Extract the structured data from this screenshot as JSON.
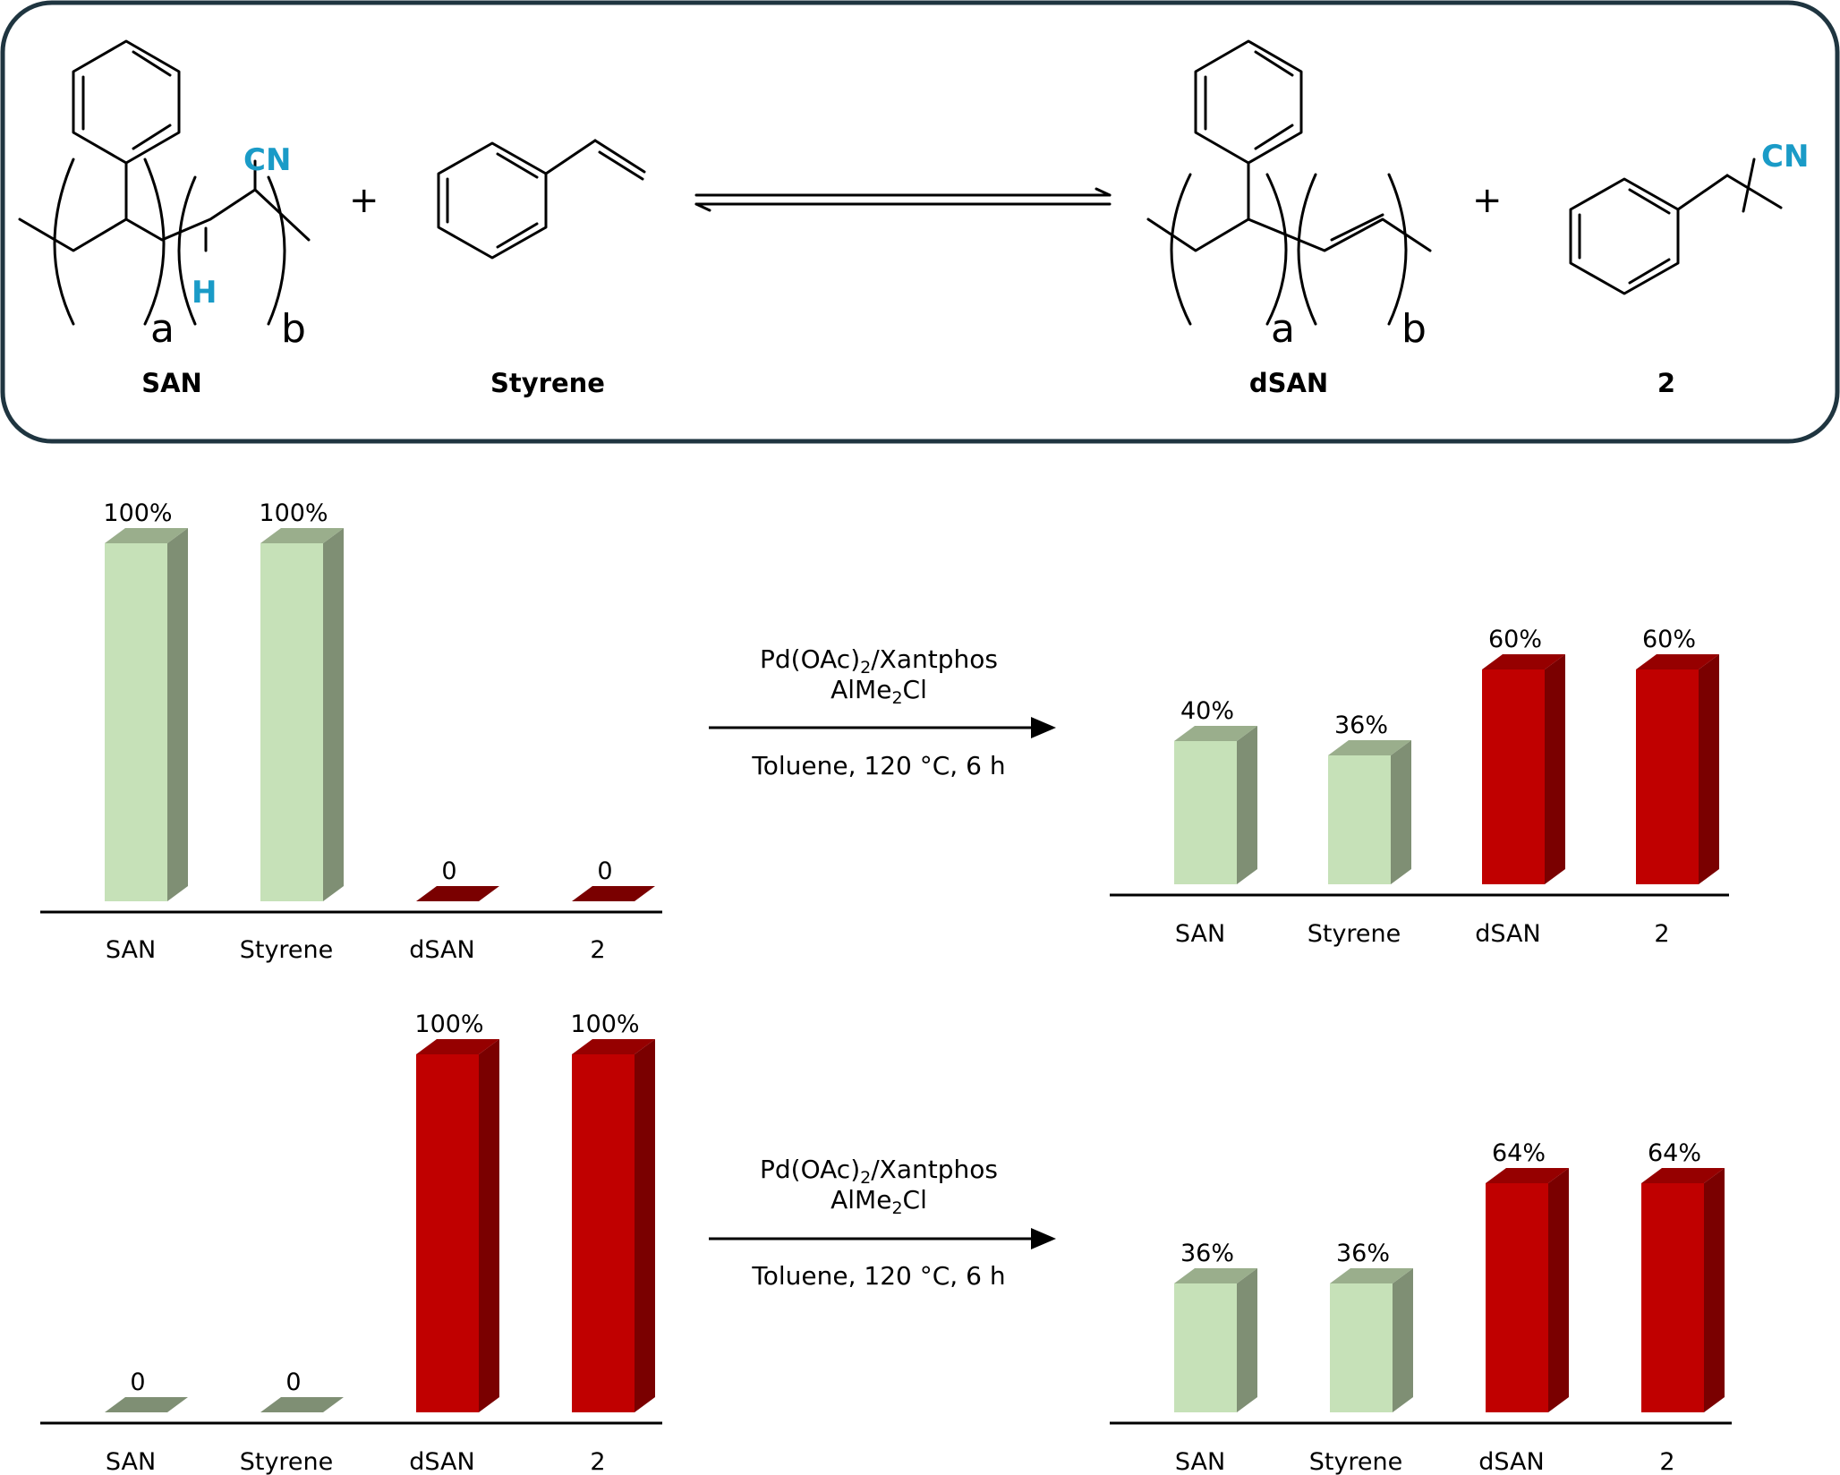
{
  "scheme": {
    "labels": {
      "san": "SAN",
      "styrene": "Styrene",
      "dsan": "dSAN",
      "product": "2"
    },
    "plus": "+",
    "cn": "CN",
    "h": "H",
    "sub_a": "a",
    "sub_b": "b",
    "highlight_color": "#1a9bc7",
    "border_color": "#1f3540"
  },
  "conditions": [
    {
      "catalyst": "Pd(OAc)",
      "catalyst_sub": "2",
      "ligand": "/Xantphos",
      "reagent_pre": "AlMe",
      "reagent_sub": "2",
      "reagent_post": "Cl",
      "solvent": "Toluene, 120 °C, 6 h"
    },
    {
      "catalyst": "Pd(OAc)",
      "catalyst_sub": "2",
      "ligand": "/Xantphos",
      "reagent_pre": "AlMe",
      "reagent_sub": "2",
      "reagent_post": "Cl",
      "solvent": "Toluene, 120 °C, 6 h"
    }
  ],
  "colors": {
    "green_front": "#c6e1b8",
    "green_side": "#7f8f74",
    "green_top": "#9aae8c",
    "red_front": "#c00000",
    "red_side": "#7a0000",
    "red_top": "#960000"
  },
  "chart_data": [
    {
      "type": "bar",
      "name": "initial-1",
      "categories": [
        "SAN",
        "Styrene",
        "dSAN",
        "2"
      ],
      "values": [
        100,
        100,
        0,
        0
      ],
      "value_labels": [
        "100%",
        "100%",
        "0",
        "0"
      ],
      "bar_colors": [
        "green",
        "green",
        "red",
        "red"
      ],
      "ylim": [
        0,
        100
      ]
    },
    {
      "type": "bar",
      "name": "final-1",
      "categories": [
        "SAN",
        "Styrene",
        "dSAN",
        "2"
      ],
      "values": [
        40,
        36,
        60,
        60
      ],
      "value_labels": [
        "40%",
        "36%",
        "60%",
        "60%"
      ],
      "bar_colors": [
        "green",
        "green",
        "red",
        "red"
      ],
      "ylim": [
        0,
        100
      ]
    },
    {
      "type": "bar",
      "name": "initial-2",
      "categories": [
        "SAN",
        "Styrene",
        "dSAN",
        "2"
      ],
      "values": [
        0,
        0,
        100,
        100
      ],
      "value_labels": [
        "0",
        "0",
        "100%",
        "100%"
      ],
      "bar_colors": [
        "green",
        "green",
        "red",
        "red"
      ],
      "ylim": [
        0,
        100
      ]
    },
    {
      "type": "bar",
      "name": "final-2",
      "categories": [
        "SAN",
        "Styrene",
        "dSAN",
        "2"
      ],
      "values": [
        36,
        36,
        64,
        64
      ],
      "value_labels": [
        "36%",
        "36%",
        "64%",
        "64%"
      ],
      "bar_colors": [
        "green",
        "green",
        "red",
        "red"
      ],
      "ylim": [
        0,
        100
      ]
    }
  ]
}
